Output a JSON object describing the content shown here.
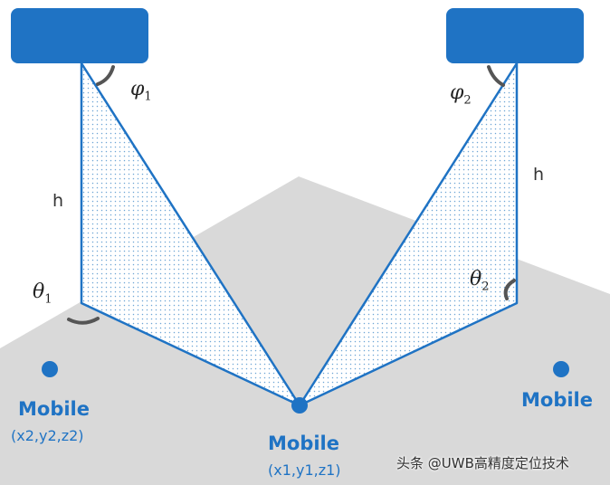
{
  "anchors": [
    {
      "angle_phi_label": "φ",
      "angle_phi_sub": "1",
      "height_label": "h",
      "angle_theta_label": "θ",
      "angle_theta_sub": "1"
    },
    {
      "angle_phi_label": "φ",
      "angle_phi_sub": "2",
      "height_label": "h",
      "angle_theta_label": "θ",
      "angle_theta_sub": "2"
    }
  ],
  "mobiles": {
    "left": {
      "title": "Mobile",
      "coords": "(x2,y2,z2)"
    },
    "center": {
      "title": "Mobile",
      "coords": "(x1,y1,z1)"
    },
    "right": {
      "title": "Mobile"
    }
  },
  "watermark": "头条 @UWB高精度定位技术",
  "colors": {
    "accent": "#1f73c4",
    "floor": "#d9d9d9",
    "anchor": "#1f73c4"
  }
}
